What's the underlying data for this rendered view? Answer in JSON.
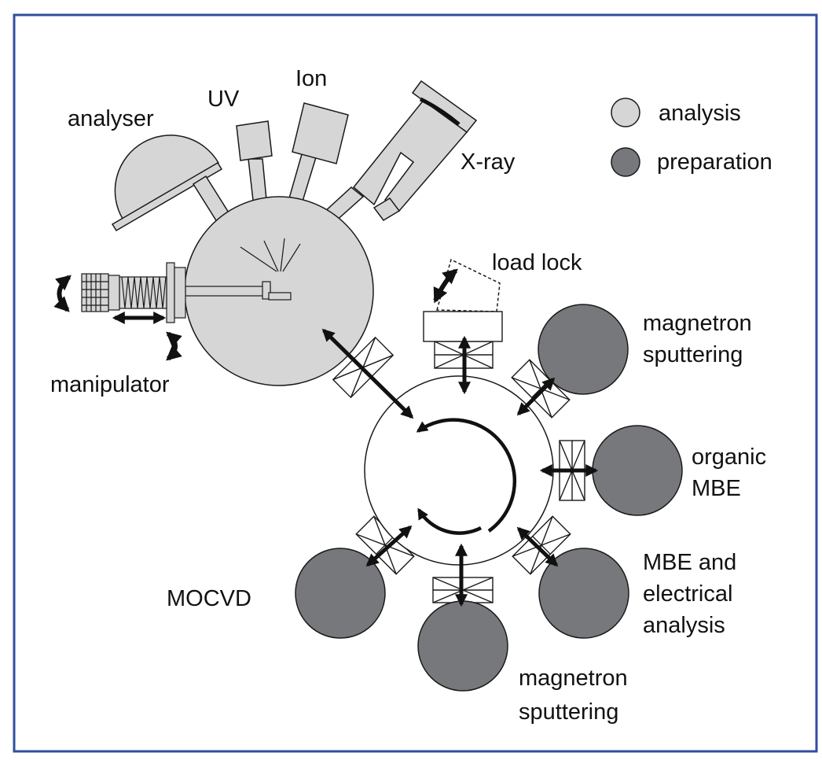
{
  "colors": {
    "frame": "#2f4fa0",
    "analysis": "#d6d6d6",
    "preparation": "#77787c",
    "outline": "#1a1a1a",
    "arrow": "#111111",
    "background": "#ffffff"
  },
  "labels": {
    "analyser": "analyser",
    "uv": "UV",
    "ion": "Ion",
    "xray": "X-ray",
    "manipulator": "manipulator",
    "load_lock": "load lock",
    "magnetron_top_1": "magnetron",
    "magnetron_top_2": "sputtering",
    "organic_1": "organic",
    "organic_2": "MBE",
    "mbe_1": "MBE and",
    "mbe_2": "electrical",
    "mbe_3": "analysis",
    "magnetron_bottom_1": "magnetron",
    "magnetron_bottom_2": "sputtering",
    "mocvd": "MOCVD"
  },
  "legend": {
    "analysis": "analysis",
    "preparation": "preparation"
  }
}
